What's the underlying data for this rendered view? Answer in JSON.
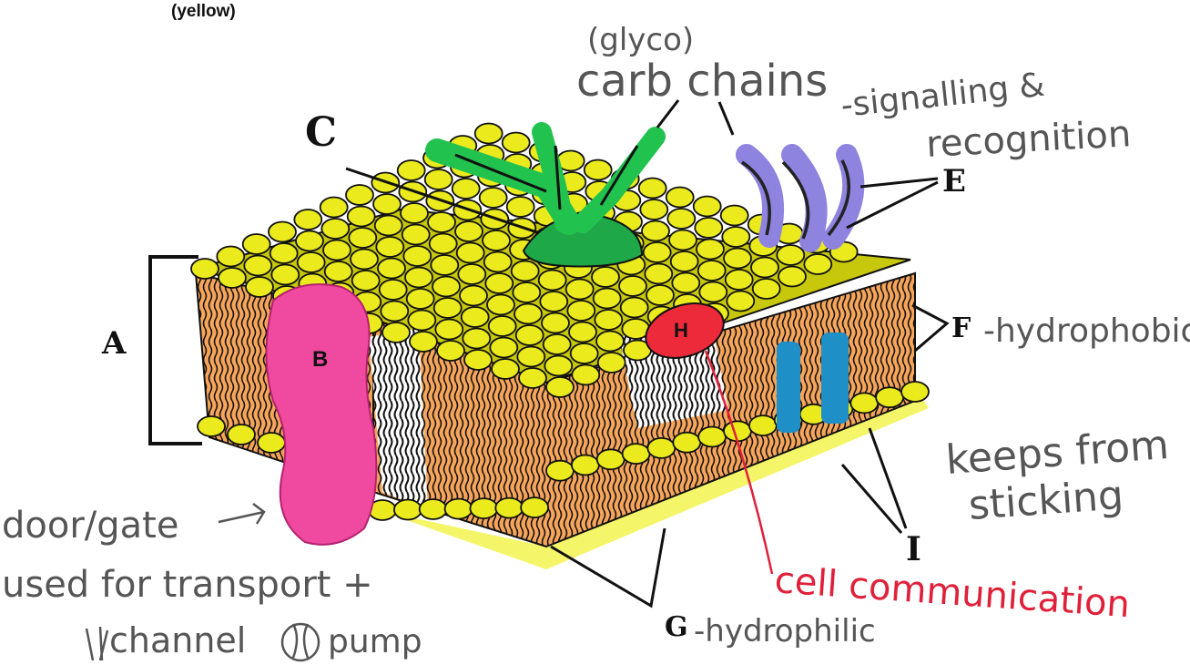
{
  "caption_color_note": "(yellow)",
  "labels": {
    "A": "A",
    "B": "B",
    "C": "C",
    "E": "E",
    "F": "F",
    "G": "G",
    "H": "H",
    "I": "I"
  },
  "annotations": {
    "glyco": "(glyco)",
    "carb_chains": "carb chains",
    "signalling": "-signalling &",
    "recognition": "recognition",
    "hydrophobic": "-hydrophobic",
    "keeps_from": "keeps from",
    "sticking": "sticking",
    "cell_communication": "cell communication",
    "hydrophilic": "-hydrophilic",
    "door_gate": "door/gate",
    "used_for_transport": "used for transport +",
    "channel_pump": "channel",
    "pump": "pump"
  },
  "colors": {
    "phospholipid_head": "#eaea1c",
    "tail_fill": "#f7a55a",
    "channel_protein": "#f04aa0",
    "glycoprotein": "#22b24a",
    "glycolipid": "#8f83e0",
    "cholesterol": "#1f8fc8",
    "peripheral_protein": "#ec2a3a",
    "annotation_red": "#e0203a",
    "annotation_gray": "#555555"
  }
}
